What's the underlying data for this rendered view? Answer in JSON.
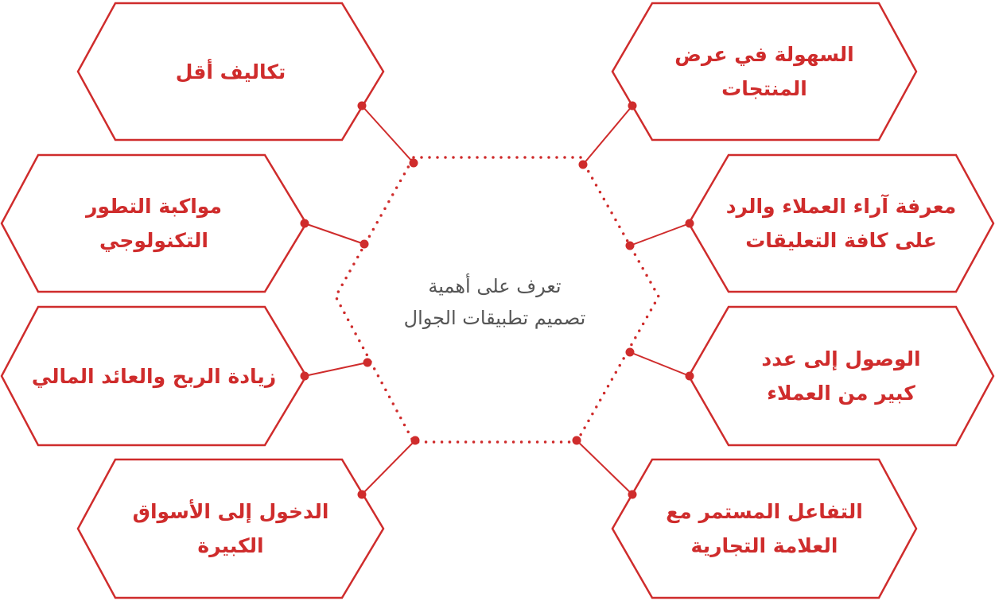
{
  "colors": {
    "accent": "#cf2c2c",
    "center_text": "#555555",
    "hex_fill": "#ffffff"
  },
  "center": {
    "line1": "تعرف على أهمية",
    "line2": "تصميم تطبيقات الجوال"
  },
  "left": [
    {
      "line1": "تكاليف أقل"
    },
    {
      "line1": "مواكبة التطور",
      "line2": "التكنولوجي"
    },
    {
      "line1": "زيادة الربح والعائد المالي"
    },
    {
      "line1": "الدخول إلى الأسواق",
      "line2": "الكبيرة"
    }
  ],
  "right": [
    {
      "line1": "السهولة في عرض",
      "line2": "المنتجات"
    },
    {
      "line1": "معرفة آراء العملاء والرد",
      "line2": "على كافة التعليقات"
    },
    {
      "line1": "الوصول إلى عدد",
      "line2": "كبير من العملاء"
    },
    {
      "line1": "التفاعل المستمر مع",
      "line2": "العلامة التجارية"
    }
  ]
}
